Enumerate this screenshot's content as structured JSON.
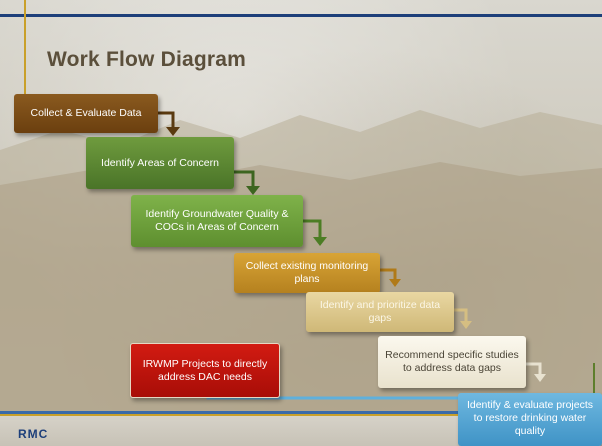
{
  "title": "Work Flow Diagram",
  "steps": [
    {
      "label": "Collect & Evaluate Data",
      "color": "#7a4d18"
    },
    {
      "label": "Identify  Areas of Concern",
      "color": "#5e8a33"
    },
    {
      "label": "Identify Groundwater Quality & COCs in Areas of Concern",
      "color": "#72a53f"
    },
    {
      "label": "Collect existing monitoring plans",
      "color": "#c9952b"
    },
    {
      "label": "Identify and prioritize data gaps",
      "color": "#dcc68c"
    },
    {
      "label": "Recommend specific studies to address data gaps",
      "color": "#f3eedc"
    },
    {
      "label": "Identify & evaluate projects to restore drinking water quality",
      "color": "#56a7d5"
    }
  ],
  "side_step": {
    "label": "IRWMP Projects to directly address DAC needs",
    "color": "#bf130c"
  },
  "logo": "RMC"
}
